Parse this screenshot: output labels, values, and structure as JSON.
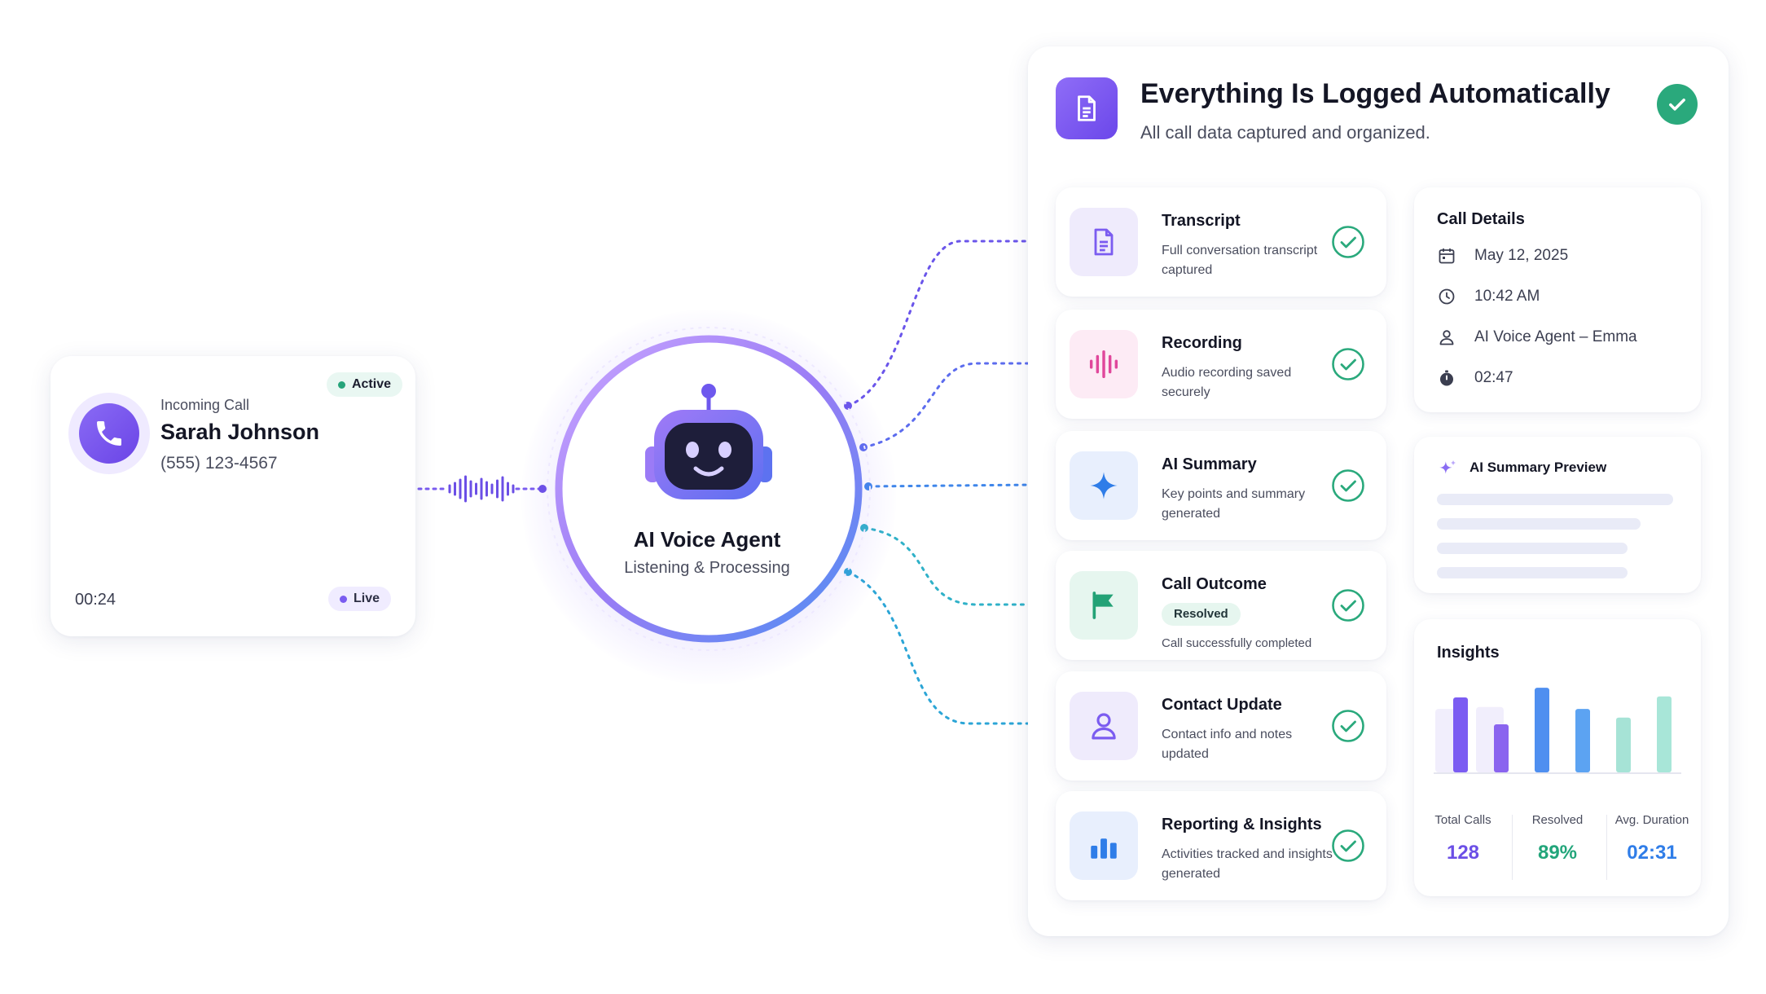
{
  "call": {
    "status_badge": "Active",
    "label": "Incoming Call",
    "caller_name": "Sarah Johnson",
    "caller_phone": "(555) 123-4567",
    "timer": "00:24",
    "live_badge": "Live",
    "icon": "phone-icon"
  },
  "agent": {
    "name": "AI Voice Agent",
    "status": "Listening & Processing",
    "icon": "robot-icon"
  },
  "log_panel": {
    "title": "Everything Is Logged Automatically",
    "subtitle": "All call data captured and organized.",
    "icon": "document-icon",
    "status_icon": "check-circle-icon"
  },
  "log_items": [
    {
      "title": "Transcript",
      "description": "Full conversation transcript captured",
      "icon": "document-icon"
    },
    {
      "title": "Recording",
      "description": "Audio recording saved securely",
      "icon": "audio-wave-icon"
    },
    {
      "title": "AI Summary",
      "description": "Key points and summary generated",
      "icon": "sparkle-icon"
    },
    {
      "title": "Call Outcome",
      "badge": "Resolved",
      "description": "Call successfully completed",
      "icon": "flag-icon"
    },
    {
      "title": "Contact Update",
      "description": "Contact info and notes updated",
      "icon": "user-icon"
    },
    {
      "title": "Reporting & Insights",
      "description": "Activities tracked and insights generated",
      "icon": "bar-chart-icon"
    }
  ],
  "call_details": {
    "title": "Call Details",
    "date": "May 12, 2025",
    "time": "10:42 AM",
    "agent": "AI Voice Agent – Emma",
    "duration": "02:47"
  },
  "summary_preview": {
    "title": "AI Summary Preview",
    "icon": "sparkle-icon"
  },
  "insights": {
    "title": "Insights",
    "stats": [
      {
        "label": "Total Calls",
        "value": "128",
        "color": "#6b4fe6"
      },
      {
        "label": "Resolved",
        "value": "89%",
        "color": "#22a57a"
      },
      {
        "label": "Avg. Duration",
        "value": "02:31",
        "color": "#2f7de8"
      }
    ],
    "bars": [
      {
        "value": 78,
        "color": "#7b5cf2"
      },
      {
        "value": 50,
        "color": "#8a64ef"
      },
      {
        "value": 88,
        "color": "#4f8ff0"
      },
      {
        "value": 66,
        "color": "#5ca3f2"
      },
      {
        "value": 57,
        "color": "#a6e3d6"
      },
      {
        "value": 79,
        "color": "#a8e6d8"
      }
    ],
    "ghost_bars": [
      66,
      68
    ]
  },
  "colors": {
    "purple": "#6b47ea",
    "green": "#2aa97c",
    "blue": "#2f7de8",
    "teal": "#2bb7c4"
  }
}
